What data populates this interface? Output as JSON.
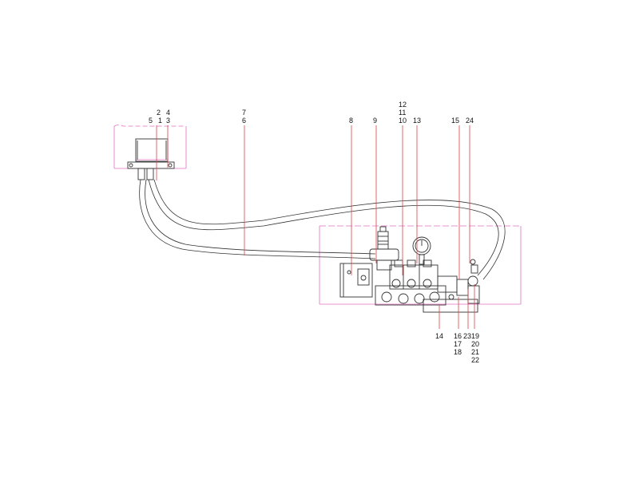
{
  "labels": {
    "l2": "2",
    "l4": "4",
    "l5": "5",
    "l1": "1",
    "l3": "3",
    "l7": "7",
    "l6": "6",
    "l8": "8",
    "l9": "9",
    "l12": "12",
    "l11": "11",
    "l10": "10",
    "l13": "13",
    "l15": "15",
    "l24": "24",
    "l14": "14",
    "l16": "16",
    "l23": "23",
    "l19": "19",
    "l17": "17",
    "l20": "20",
    "l18": "18",
    "l21": "21",
    "l22": "22"
  },
  "colors": {
    "leader": "#e0404a",
    "reference": "#e070c0",
    "ink": "#333333"
  }
}
